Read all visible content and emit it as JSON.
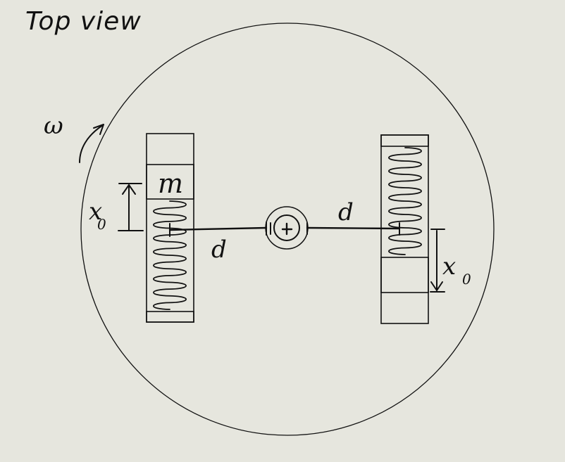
{
  "diagram": {
    "title": "Top view",
    "omega_label": "ω",
    "mass_label": "m",
    "distance_label_left": "d",
    "distance_label_right": "d",
    "displacement_left": {
      "symbol": "x",
      "subscript": "0"
    },
    "displacement_right": {
      "symbol": "x",
      "subscript": "0"
    },
    "ink_color": "#111111",
    "background_color": "#e6e6de"
  }
}
